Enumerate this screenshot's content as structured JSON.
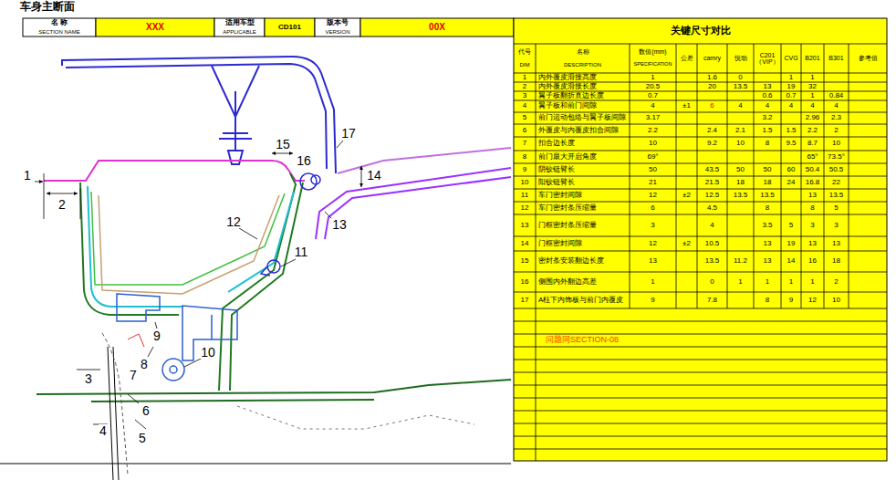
{
  "diagram": {
    "title": "车身主断面",
    "labels": [
      "名 称",
      "SECTION NAME",
      "XXX",
      "适用车型",
      "APPLICABLE",
      "CD101",
      "版本号",
      "VERSION",
      "00X",
      "1",
      "2",
      "3",
      "4",
      "5",
      "6",
      "7",
      "8",
      "9",
      "10",
      "11",
      "12",
      "13",
      "14",
      "15",
      "16",
      "17",
      "关键尺寸对比",
      "代号",
      "DIM",
      "名称",
      "DESCRIPTION",
      "数值(mm)",
      "SPECIFICATION",
      "公差",
      "camry",
      "悦动",
      "C201（VIP）",
      "CVG",
      "B201",
      "B301",
      "参考值",
      "1",
      "内外覆皮滑接高度",
      "1",
      "1.6",
      "0",
      "1",
      "1",
      "2",
      "内外覆皮滑接长度",
      "20.5",
      "20",
      "13.5",
      "13",
      "19",
      "32",
      "3",
      "翼子板翻折直边长度",
      "0.7",
      "0.6",
      "0.7",
      "1",
      "0.84",
      "4",
      "翼子板和前门间隙",
      "4",
      "±1",
      "6",
      "4",
      "4",
      "4",
      "4",
      "4",
      "5",
      "前门运动包络与翼子板间隙",
      "3.17",
      "3.2",
      "2.96",
      "2.3",
      "6",
      "外覆皮与内覆皮扣合间隙",
      "2.2",
      "2.4",
      "2.1",
      "1.5",
      "1.5",
      "2.2",
      "2",
      "7",
      "扣合边长度",
      "10",
      "9.2",
      "10",
      "8",
      "9.5",
      "8.7",
      "10",
      "8",
      "前门最大开启角度",
      "69°",
      "65°",
      "73.5°",
      "9",
      "阴铰链臂长",
      "50",
      "43.5",
      "50",
      "50",
      "60",
      "50.4",
      "50.5",
      "10",
      "阳铰链臂长",
      "21",
      "21.5",
      "18",
      "18",
      "24",
      "16.8",
      "22",
      "11",
      "车门密封间隙",
      "12",
      "±2",
      "12.5",
      "13.5",
      "13.5",
      "13",
      "13.5",
      "12",
      "车门密封条压缩量",
      "6",
      "4.5",
      "8",
      "8",
      "5",
      "13",
      "门框密封条压缩量",
      "3",
      "4",
      "3.5",
      "5",
      "3",
      "3",
      "14",
      "门框密封间隙",
      "12",
      "±2",
      "10.5",
      "13",
      "19",
      "13",
      "13",
      "15",
      "密封条安装翻边长度",
      "13",
      "13.5",
      "11.2",
      "13",
      "14",
      "16",
      "18",
      "16",
      "侧围内外翻边高差",
      "1",
      "0",
      "1",
      "1",
      "1",
      "1",
      "2",
      "17",
      "A柱下内饰板与前门内覆皮",
      "9",
      "7.8",
      "8",
      "9",
      "12",
      "10",
      "问题同SECTION-08"
    ]
  }
}
